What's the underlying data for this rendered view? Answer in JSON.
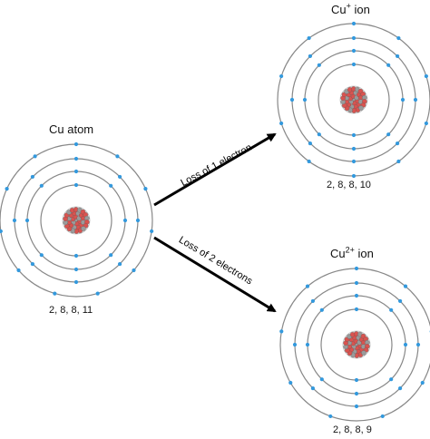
{
  "atom": {
    "label": "Cu atom",
    "configuration": "2, 8, 8, 11",
    "electrons_per_shell": [
      2,
      8,
      8,
      11
    ]
  },
  "cu_plus": {
    "label_base": "Cu",
    "charge": "+",
    "label_suffix": " ion",
    "configuration": "2, 8, 8, 10",
    "electrons_per_shell": [
      2,
      8,
      8,
      10
    ]
  },
  "cu_2plus": {
    "label_base": "Cu",
    "charge": "2+",
    "label_suffix": " ion",
    "configuration": "2, 8, 8, 9",
    "electrons_per_shell": [
      2,
      8,
      8,
      9
    ]
  },
  "arrows": {
    "loss_one": "Loss of 1 electron",
    "loss_two": "Loss of 2 electrons"
  },
  "colors": {
    "shell": "#888888",
    "electron": "#3399dd",
    "proton": "#d9534f",
    "neutron": "#9a9a9a",
    "arrow": "#000000"
  }
}
